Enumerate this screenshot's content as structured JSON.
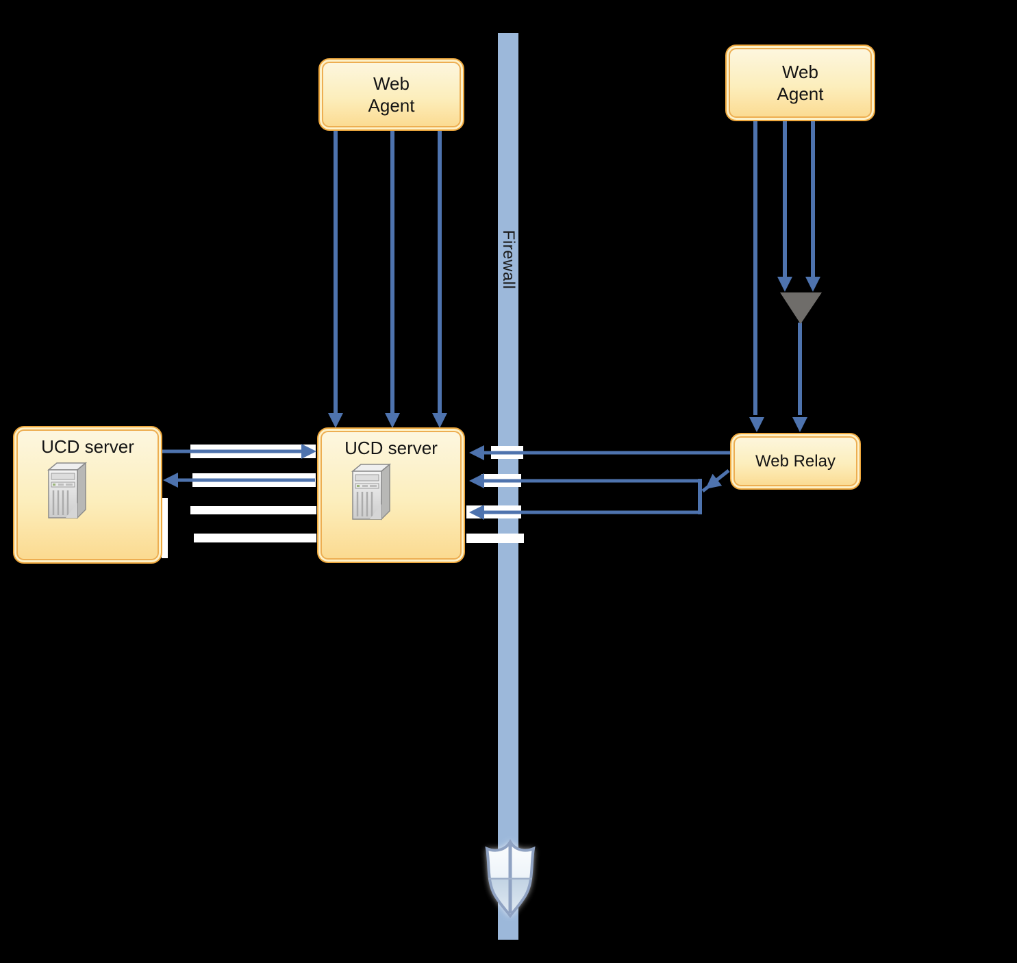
{
  "diagram": {
    "nodes": {
      "web_agent_left": {
        "line1": "Web",
        "line2": "Agent"
      },
      "web_agent_right": {
        "line1": "Web",
        "line2": "Agent"
      },
      "ucd_server_left": {
        "label": "UCD server"
      },
      "ucd_server_center": {
        "label": "UCD server"
      },
      "web_relay": {
        "label": "Web Relay"
      }
    },
    "firewall": {
      "label": "Firewall"
    },
    "icons": {
      "server": "tower-server-icon",
      "shield": "security-shield-icon",
      "merge": "merge-funnel-icon"
    },
    "colors": {
      "background": "#000000",
      "arrow_blue": "#4e73ae",
      "firewall_bar": "#9cb8da",
      "box_border": "#eea83e",
      "box_fill_top": "#fdf7e1",
      "box_fill_bottom": "#fbd98e",
      "merge_funnel_gray": "#6f6d6a",
      "edge_casing_white": "#ffffff",
      "shield_border": "#8fa2c2"
    }
  }
}
